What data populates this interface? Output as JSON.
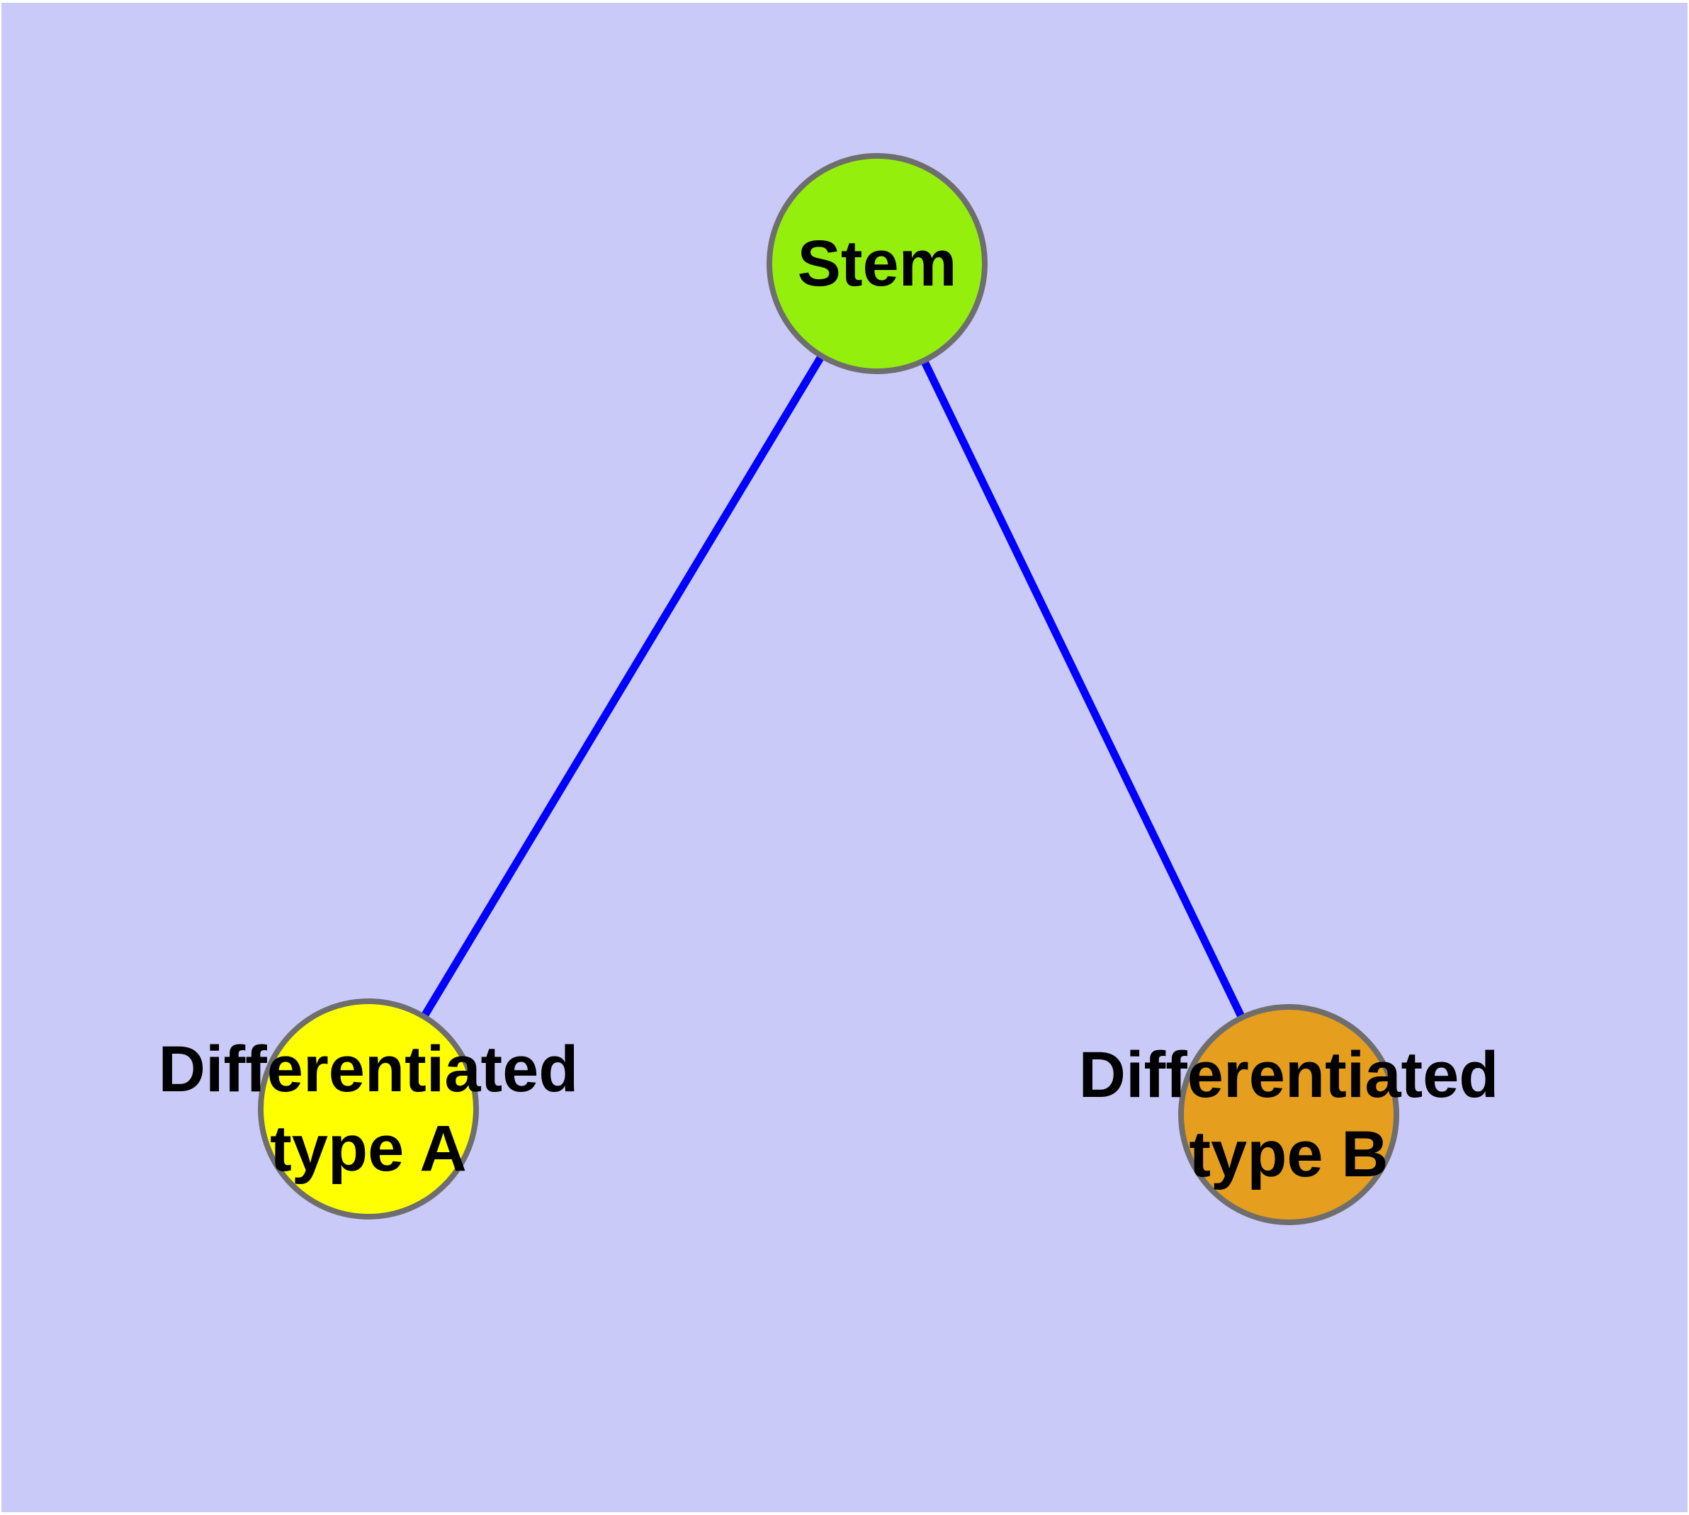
{
  "diagram": {
    "background_color": "#CACAF8",
    "edge_color": "#0000FF",
    "node_border_color": "#6E6E6E",
    "text_color": "#000000",
    "nodes": [
      {
        "id": "stem",
        "lines": [
          "Stem"
        ],
        "fill": "#95EF0C"
      },
      {
        "id": "differentiated-type-a",
        "lines": [
          "Differentiated",
          "type A"
        ],
        "fill": "#FFFF00"
      },
      {
        "id": "differentiated-type-b",
        "lines": [
          "Differentiated",
          "type B"
        ],
        "fill": "#E69E1E"
      }
    ],
    "edges": [
      {
        "from": "stem",
        "to": "differentiated-type-a"
      },
      {
        "from": "stem",
        "to": "differentiated-type-b"
      }
    ]
  }
}
